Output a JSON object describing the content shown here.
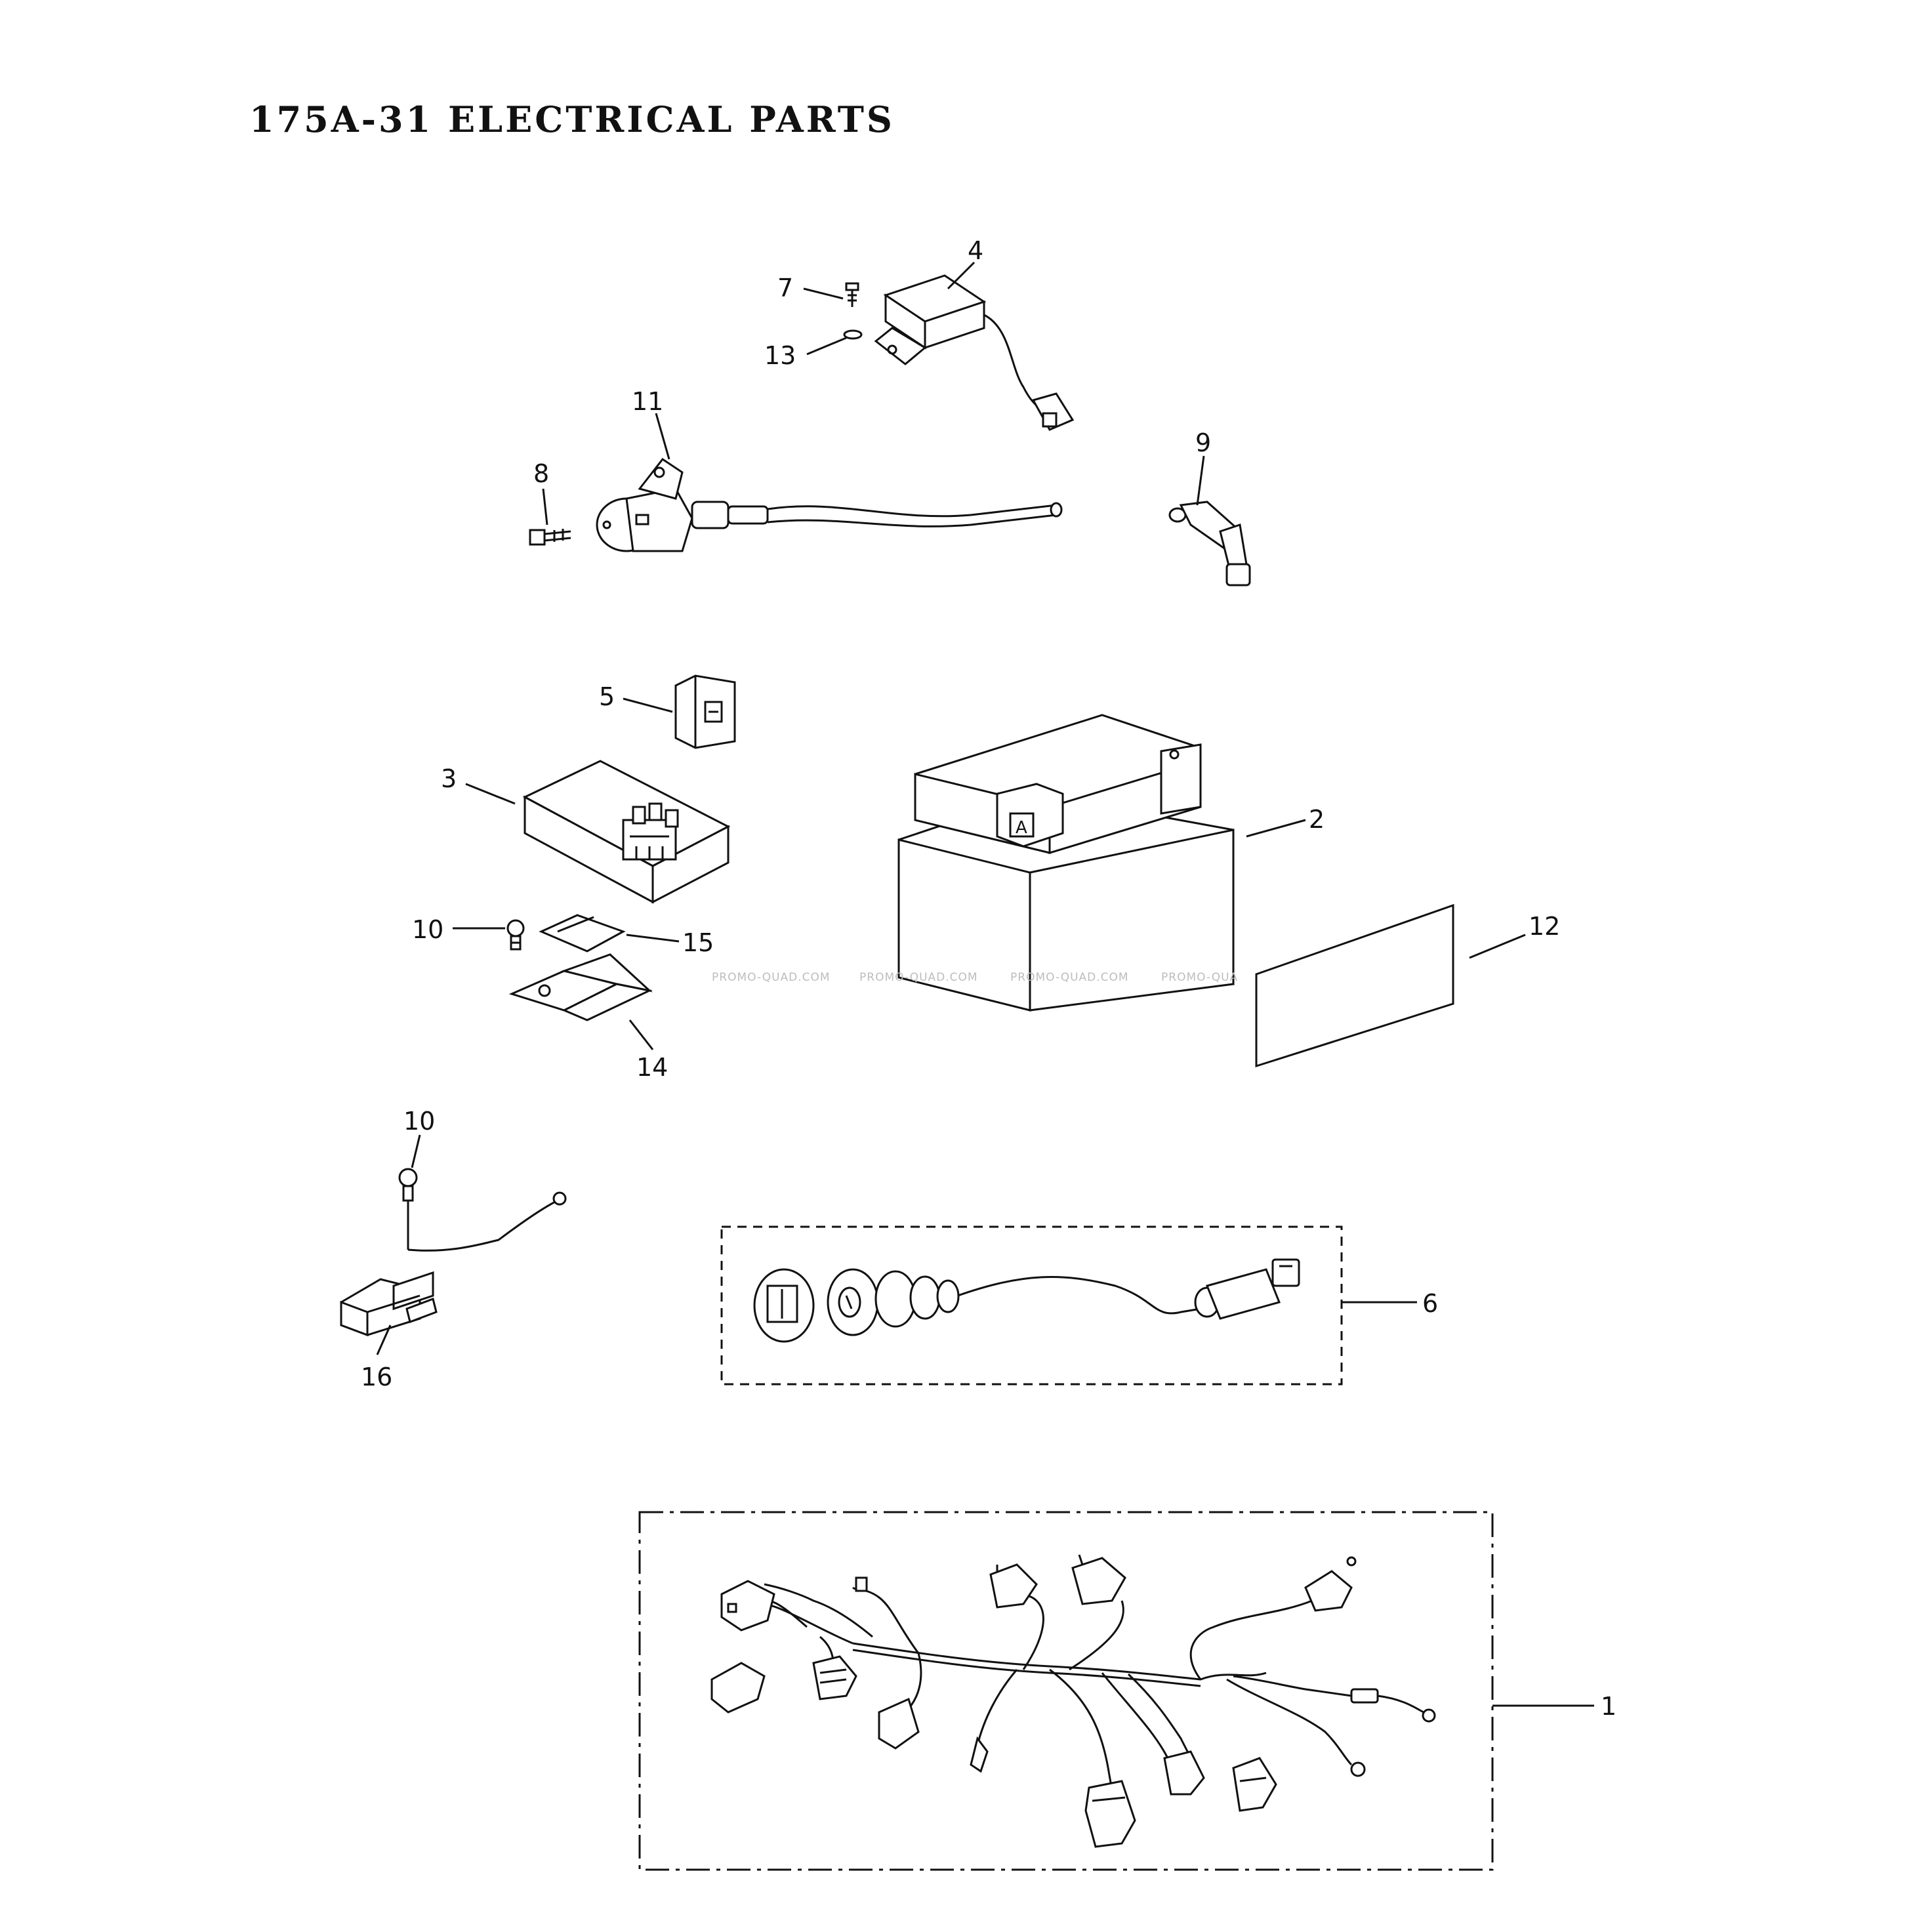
{
  "title": "175A-31 ELECTRICAL PARTS",
  "callouts": {
    "c1": "1",
    "c2": "2",
    "c3": "3",
    "c4": "4",
    "c5": "5",
    "c6": "6",
    "c7": "7",
    "c8": "8",
    "c9": "9",
    "c10a": "10",
    "c10b": "10",
    "c11": "11",
    "c12": "12",
    "c13": "13",
    "c14": "14",
    "c15": "15",
    "c16": "16"
  },
  "watermark": [
    "PROMO-QUAD.COM",
    "PROMO-QUAD.COM",
    "PROMO-QUAD.COM",
    "PROMO-QUA"
  ]
}
